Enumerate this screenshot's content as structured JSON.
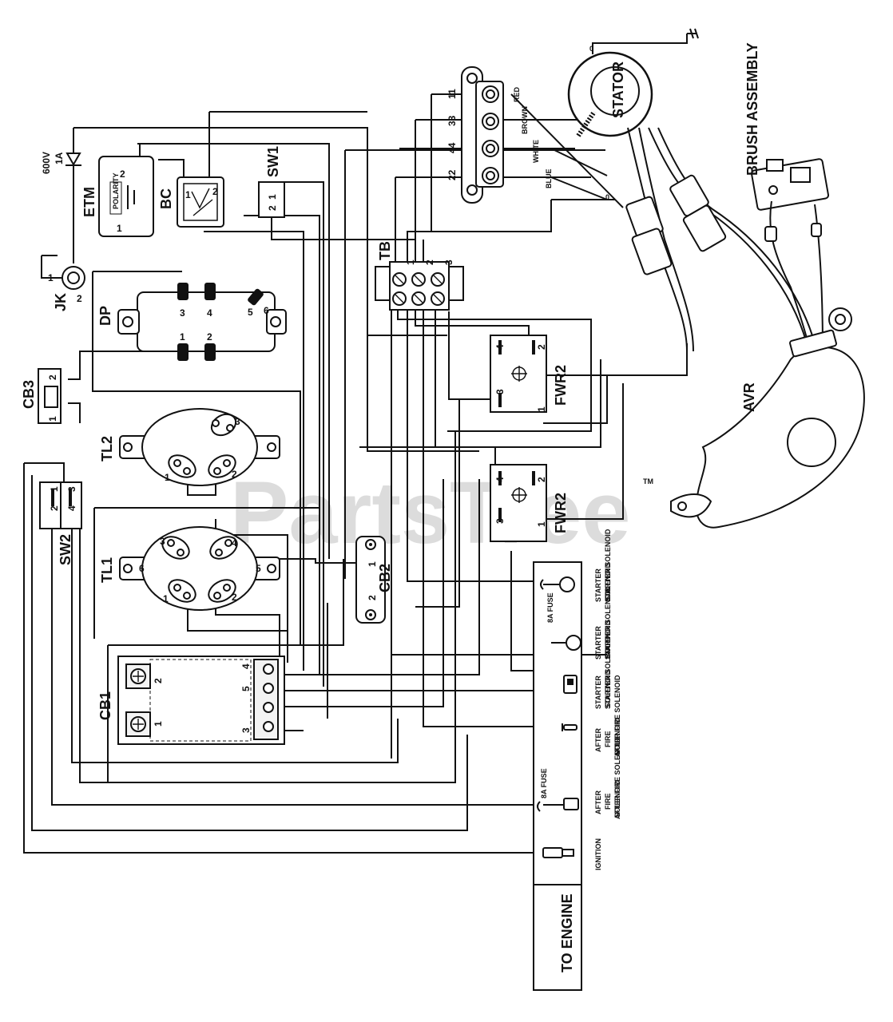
{
  "watermark": {
    "text": "PartsTree",
    "tm": "TM"
  },
  "components": {
    "etm": "ETM",
    "bc": "BC",
    "sw1": "SW1",
    "jk": "JK",
    "dp": "DP",
    "cb3": "CB3",
    "tl2": "TL2",
    "tl1": "TL1",
    "sw2": "SW2",
    "cb2": "CB2",
    "cb1": "CB1",
    "tb": "TB",
    "fwr2_top": "FWR2",
    "fwr2_bottom": "FWR2",
    "avr": "AVR",
    "stator": "STATOR",
    "brush_assembly": "BRUSH ASSEMBLY"
  },
  "diode": {
    "voltage": "600V",
    "current": "1A"
  },
  "stator_wires": [
    {
      "number": "11",
      "color": "RED"
    },
    {
      "number": "33",
      "color": "BROWN"
    },
    {
      "number": "44",
      "color": "WHITE"
    },
    {
      "number": "22",
      "color": "BLUE"
    }
  ],
  "engine_connector": {
    "title": "TO ENGINE",
    "fuse_label": "8A FUSE",
    "terminals": [
      "STARTER SOLENOID",
      "STARTER SOLENOID",
      "STARTER SOLENOID",
      "AFTER FIRE SOLENOID",
      "AFTER FIRE SOLENOID",
      "IGNITION"
    ]
  },
  "pin_labels": {
    "jk": [
      "1",
      "2"
    ],
    "etm": [
      "2",
      "1"
    ],
    "sw1": [
      "1",
      "2"
    ],
    "bc": [
      "1",
      "2"
    ],
    "dp": [
      "3",
      "4",
      "5",
      "6",
      "1",
      "2"
    ],
    "cb3": [
      "2",
      "1"
    ],
    "tl2": [
      "1",
      "2",
      "3"
    ],
    "tl1": [
      "3",
      "4",
      "6",
      "5",
      "1",
      "2"
    ],
    "sw2": [
      "1",
      "2",
      "3",
      "4"
    ],
    "cb2": [
      "1",
      "2"
    ],
    "cb1": [
      "2",
      "1",
      "4",
      "5",
      "3"
    ],
    "tb": [
      "1",
      "2",
      "3"
    ],
    "fwr2": [
      "4",
      "2",
      "3",
      "1"
    ],
    "etm_inner": "POLARITY",
    "stator_small": [
      "0",
      "0"
    ]
  }
}
